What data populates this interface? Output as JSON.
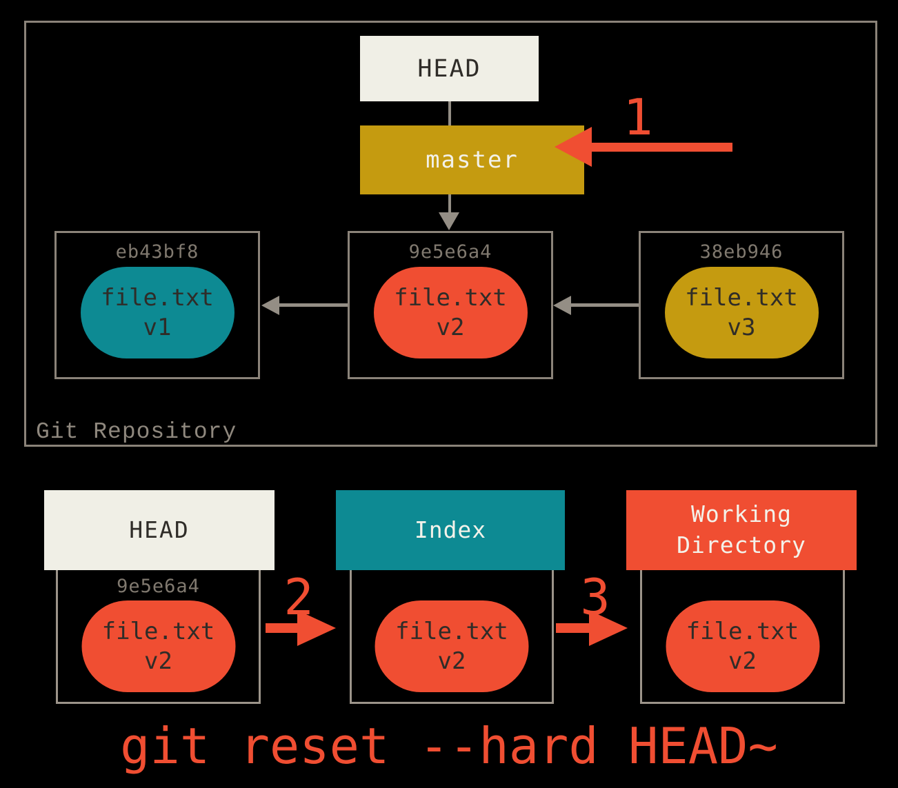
{
  "repository": {
    "label": "Git Repository",
    "head_label": "HEAD",
    "branch_label": "master",
    "commits": [
      {
        "hash": "eb43bf8",
        "file_line1": "file.txt",
        "file_line2": "v1",
        "color": "teal"
      },
      {
        "hash": "9e5e6a4",
        "file_line1": "file.txt",
        "file_line2": "v2",
        "color": "red"
      },
      {
        "hash": "38eb946",
        "file_line1": "file.txt",
        "file_line2": "v3",
        "color": "gold"
      }
    ]
  },
  "annotations": {
    "step1": "1",
    "step2": "2",
    "step3": "3"
  },
  "columns": [
    {
      "title": "HEAD",
      "hash": "9e5e6a4",
      "file_line1": "file.txt",
      "file_line2": "v2"
    },
    {
      "title": "Index",
      "file_line1": "file.txt",
      "file_line2": "v2"
    },
    {
      "title": "Working Directory",
      "file_line1": "file.txt",
      "file_line2": "v2"
    }
  ],
  "caption": "git reset --hard HEAD~",
  "colors": {
    "red": "#F04E32",
    "teal": "#0D8A93",
    "gold": "#C59B10",
    "cream": "#F0EFE6",
    "border_gray": "#8B8379",
    "arrow_gray": "#948E85"
  }
}
